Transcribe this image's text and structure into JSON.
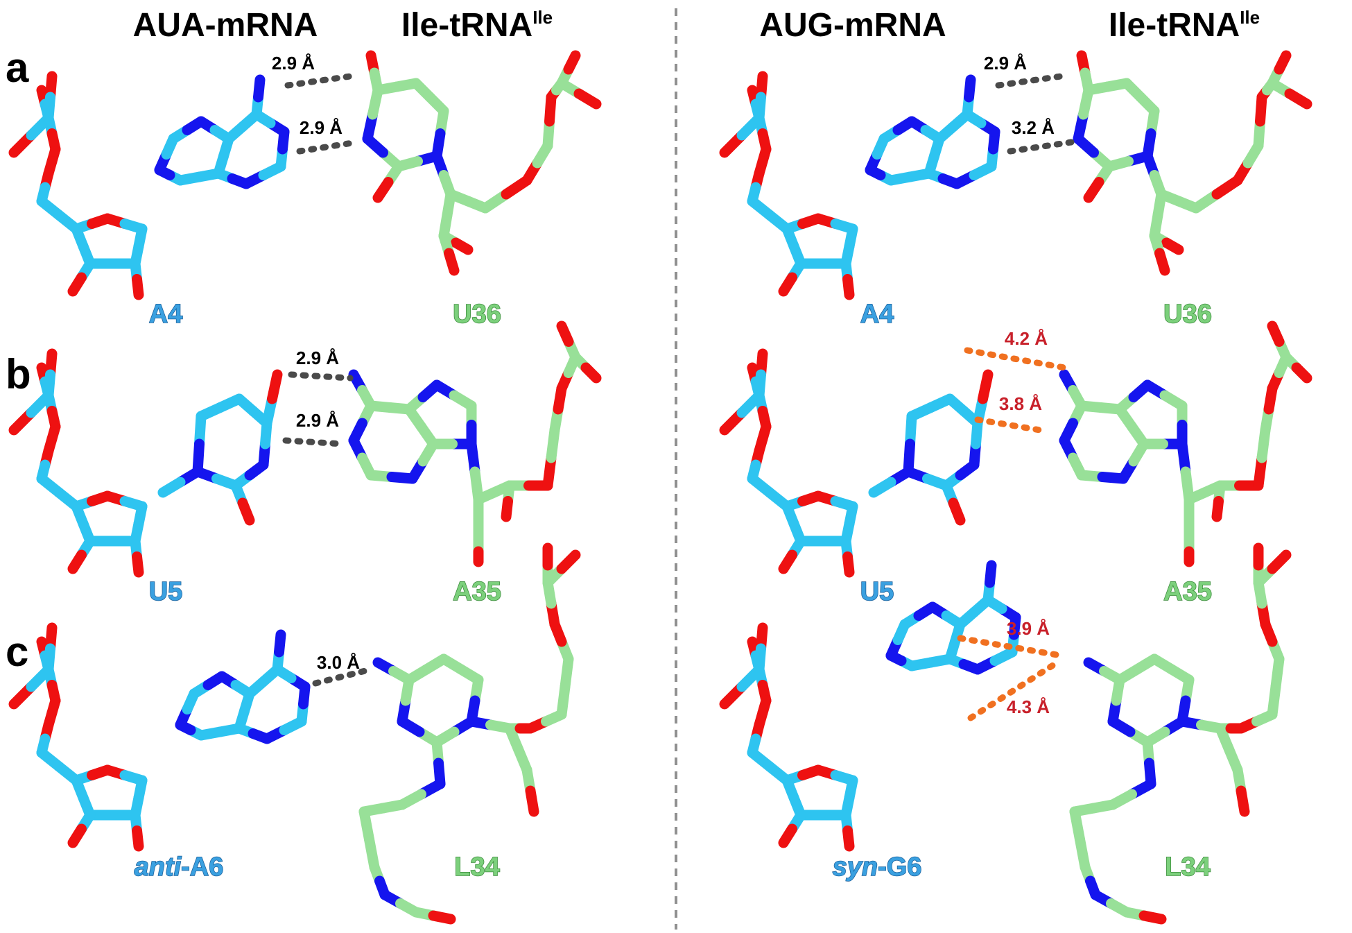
{
  "headers": {
    "left_mrna": "AUA-mRNA",
    "left_trna": "Ile-tRNA",
    "left_trna_sup": "Ile",
    "right_mrna": "AUG-mRNA",
    "right_trna": "Ile-tRNA",
    "right_trna_sup": "Ile"
  },
  "panels": {
    "a": "a",
    "b": "b",
    "c": "c"
  },
  "distances": {
    "a_left_1": "2.9 Å",
    "a_left_2": "2.9 Å",
    "a_right_1": "2.9 Å",
    "a_right_2": "3.2 Å",
    "b_left_1": "2.9 Å",
    "b_left_2": "2.9 Å",
    "b_right_1": "4.2 Å",
    "b_right_2": "3.8 Å",
    "c_left_1": "3.0 Å",
    "c_right_1": "3.9 Å",
    "c_right_2": "4.3 Å"
  },
  "residues": {
    "a_left_mrna": "A4",
    "a_left_trna": "U36",
    "a_right_mrna": "A4",
    "a_right_trna": "U36",
    "b_left_mrna": "U5",
    "b_left_trna": "A35",
    "b_right_mrna": "U5",
    "b_right_trna": "A35",
    "c_left_mrna_prefix": "anti",
    "c_left_mrna_suffix": "-A6",
    "c_left_trna": "L34",
    "c_right_mrna_prefix": "syn",
    "c_right_mrna_suffix": "-G6",
    "c_right_trna": "L34"
  },
  "colors": {
    "mrna_carbon": "#2ec4f0",
    "trna_carbon": "#98e098",
    "oxygen": "#ee1111",
    "nitrogen": "#1515ee",
    "hbond_good": "#4a4a4a",
    "hbond_bad": "#f07020",
    "bad_label": "#c8202a",
    "mrna_label": "#3aa0e0",
    "trna_label": "#5cb85c",
    "divider": "#909090"
  }
}
